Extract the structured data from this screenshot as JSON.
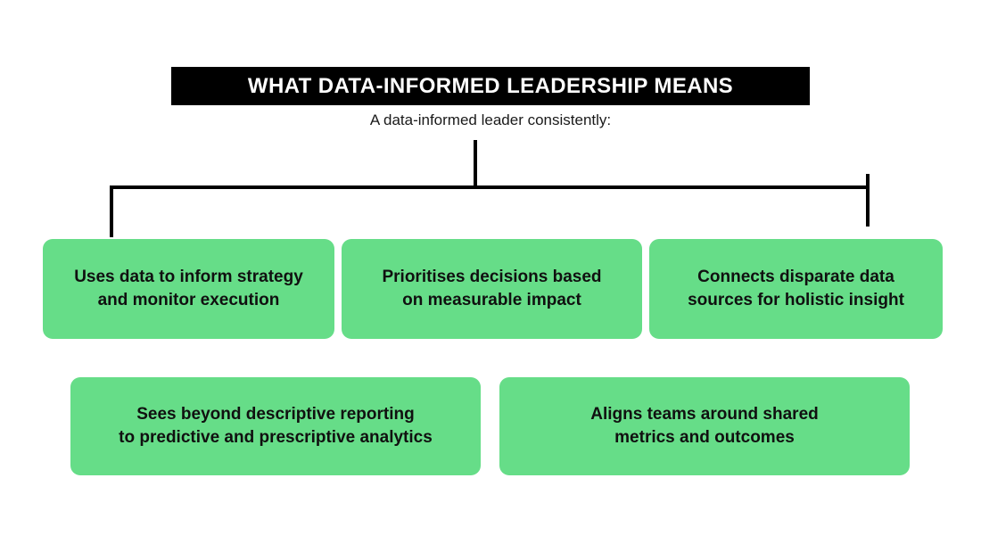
{
  "header": {
    "title": "WHAT DATA-INFORMED LEADERSHIP MEANS",
    "subtitle": "A data-informed leader consistently:"
  },
  "theme": {
    "background": "#ffffff",
    "title_bar_bg": "#000000",
    "title_bar_text": "#ffffff",
    "card_bg": "#66DD88",
    "card_text": "#101010",
    "connector_line": "#000000"
  },
  "rows": [
    {
      "row_name": "row-1",
      "cards": [
        {
          "text": "Uses data to inform strategy\nand monitor execution"
        },
        {
          "text": "Prioritises decisions based\non measurable impact"
        },
        {
          "text": "Connects disparate data\nsources for holistic insight"
        }
      ]
    },
    {
      "row_name": "row-2",
      "cards": [
        {
          "text": "Sees beyond descriptive reporting\nto predictive and prescriptive analytics"
        },
        {
          "text": "Aligns teams around shared\nmetrics and outcomes"
        }
      ]
    }
  ]
}
